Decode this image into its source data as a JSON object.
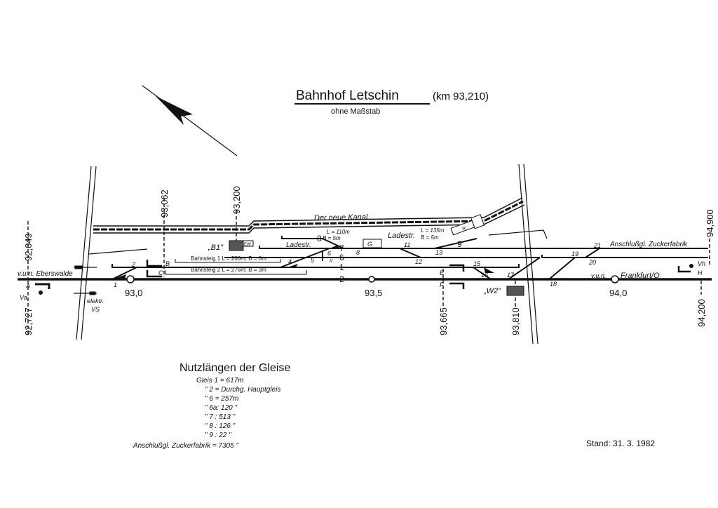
{
  "title": {
    "station": "Bahnhof  Letschin",
    "km": "(km 93,210)",
    "scale_note": "ohne Maßstab"
  },
  "canal_label": "Der neue Kanal",
  "directions": {
    "west": "v.u.n. Eberswalde",
    "east": "v.u.n.",
    "east_city": "Frankfurt/O"
  },
  "km_posts": [
    "93,0",
    "93,5",
    "94,0"
  ],
  "km_markers": [
    "92,049",
    "92,727",
    "93,062",
    "93,200",
    "93,665",
    "93,810",
    "94,900",
    "94,200"
  ],
  "track_numbers": {
    "t8": "8",
    "t7": "7",
    "t6": "6",
    "t1": "1",
    "t2": "2",
    "t9": "9"
  },
  "switches": [
    "1",
    "2",
    "4",
    "5",
    "6",
    "8",
    "11",
    "12",
    "13",
    "15",
    "16",
    "17",
    "18",
    "19",
    "20",
    "21"
  ],
  "platforms": {
    "p1": "Bahnsteig 1  L = 200m; B = 6m",
    "p2": "Bahnsteig 2  L = 276m; B = 3m"
  },
  "loading": {
    "l1_label": "Ladestr.",
    "l1_dims_l": "L = 110m",
    "l1_dims_b": "B =   5m",
    "l2_label": "Ladestr.",
    "l2_dims_l": "L = 135m",
    "l2_dims_b": "B =   5m"
  },
  "buildings": {
    "b1": "„B1\"",
    "ew": "EW",
    "g": "G",
    "r": "R",
    "w2": "„W2\""
  },
  "signals": {
    "A": "A",
    "Va": "Va",
    "B": "B",
    "C": "C",
    "E": "E",
    "F": "F",
    "Vh": "Vh",
    "H": "H",
    "II": "II"
  },
  "misc": {
    "elektr": "elektr.",
    "vs": "VS",
    "siding": "Anschlußgl. Zuckerfabrik"
  },
  "legend": {
    "title": "Nutzlängen der Gleise",
    "rows": [
      "Gleis  1 = 617m",
      "\"   2 = Durchg. Hauptgleis",
      "\"   6 = 257m",
      "\"   6a: 120 \"",
      "\"   7 : 513 \"",
      "\"   8 : 126 \"",
      "\"   9 :   22 \"",
      "Anschlußgl. Zuckerfabrik = 7305 \""
    ]
  },
  "date": "Stand: 31. 3. 1982"
}
